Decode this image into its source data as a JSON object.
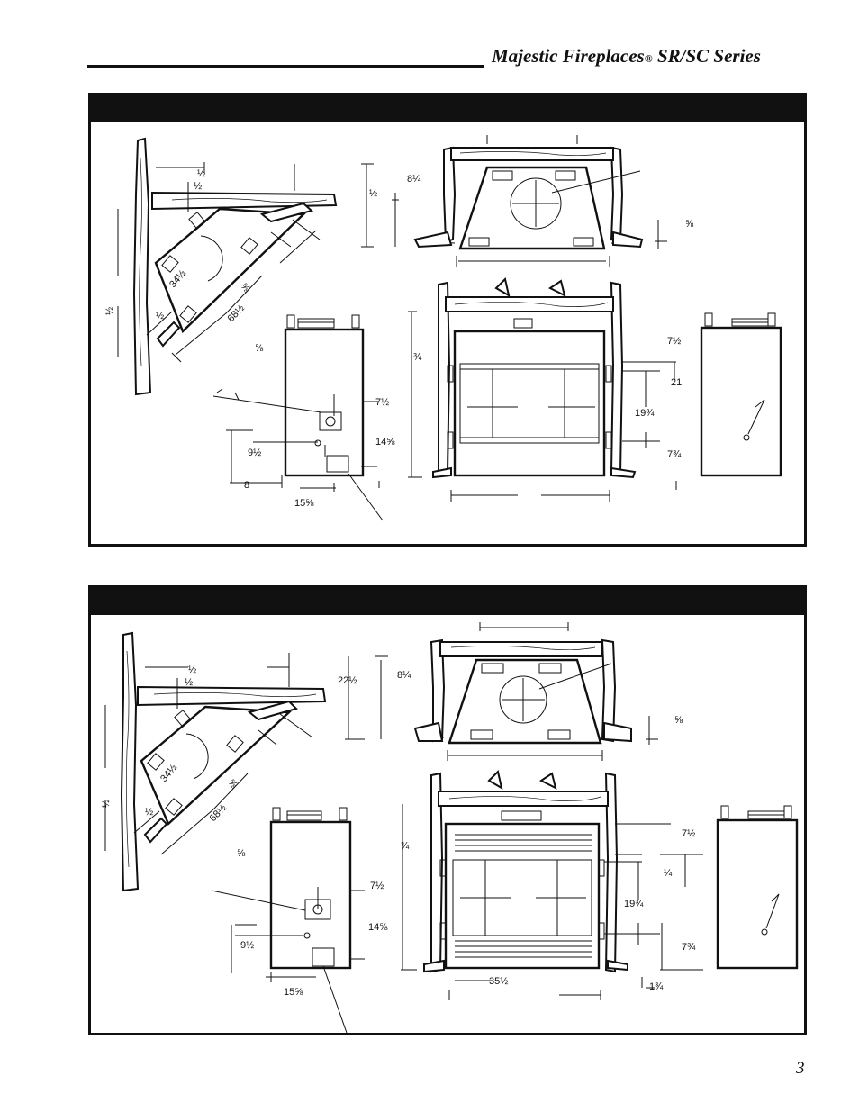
{
  "header": {
    "brand": "Majestic Fireplaces",
    "registered_mark": "®",
    "series": "SR/SC Series"
  },
  "page_number": "3",
  "diagram_top": {
    "corner_labels": [
      "½",
      "½",
      "34½",
      "⅝",
      "68½",
      "½",
      "½"
    ],
    "top_view_labels": [
      "8¼",
      "½",
      "⅝"
    ],
    "side_view_labels": [
      "⅝",
      "7½",
      "14⅝",
      "9½",
      "8",
      "15⅝"
    ],
    "front_view_labels": [
      "¾",
      "7½",
      "21",
      "19¾",
      "7¾"
    ]
  },
  "diagram_bottom": {
    "corner_labels": [
      "½",
      "½",
      "34½",
      "⅝",
      "68½",
      "½",
      "½"
    ],
    "top_view_labels": [
      "22½",
      "8¼",
      "⅝"
    ],
    "side_view_labels": [
      "⅝",
      "7½",
      "14⅝",
      "9½",
      "15⅝"
    ],
    "front_view_labels": [
      "¾",
      "7½",
      "¼",
      "19¾",
      "7¾",
      "35½",
      "1¾"
    ]
  }
}
